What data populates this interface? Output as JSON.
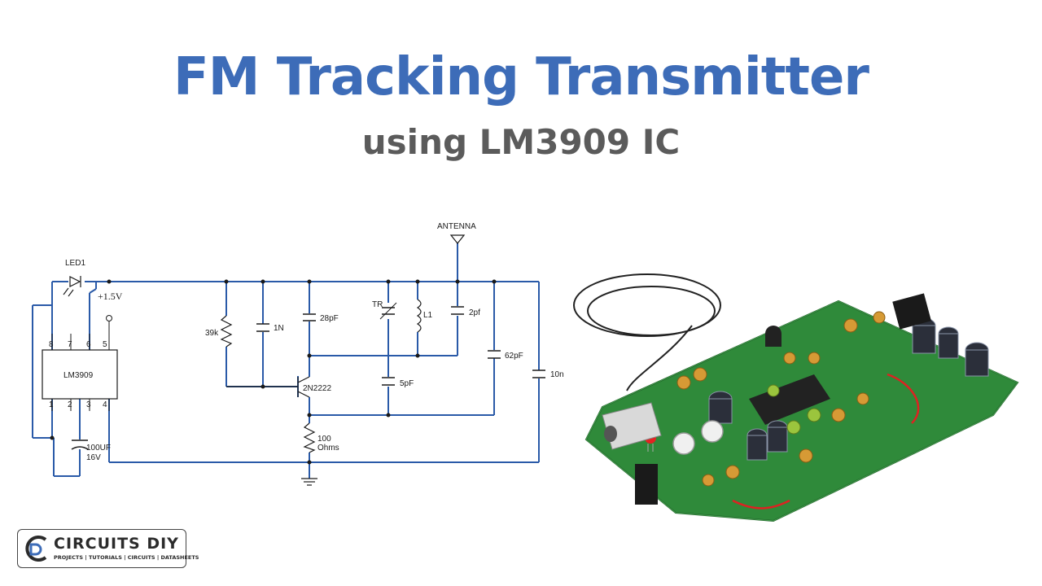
{
  "header": {
    "title": "FM Tracking Transmitter",
    "subtitle": "using LM3909 IC"
  },
  "schematic": {
    "ic": "LM3909",
    "led": "LED1",
    "supply": "+1.5V",
    "antenna": "ANTENNA",
    "transistor": "2N2222",
    "pins": [
      "8",
      "7",
      "6",
      "5",
      "1",
      "2",
      "3",
      "4"
    ],
    "components": {
      "r1": "39k",
      "c1": "1N",
      "c2": "28pF",
      "trimmer": "TR",
      "inductor": "L1",
      "c3": "2pf",
      "c4": "5pF",
      "c5": "62pF",
      "c6": "10n",
      "r2_value": "100",
      "r2_unit": "Ohms",
      "cap_value": "100UF",
      "cap_voltage": "16V"
    }
  },
  "logo": {
    "name": "CIRCUITS DIY",
    "tagline": "PROJECTS | TUTORIALS | CIRCUITS | DATASHEETS"
  },
  "colors": {
    "title": "#3d6cb8",
    "subtitle": "#5b5b5b",
    "wire": "#2a5aa8",
    "board": "#2f8a3a"
  }
}
